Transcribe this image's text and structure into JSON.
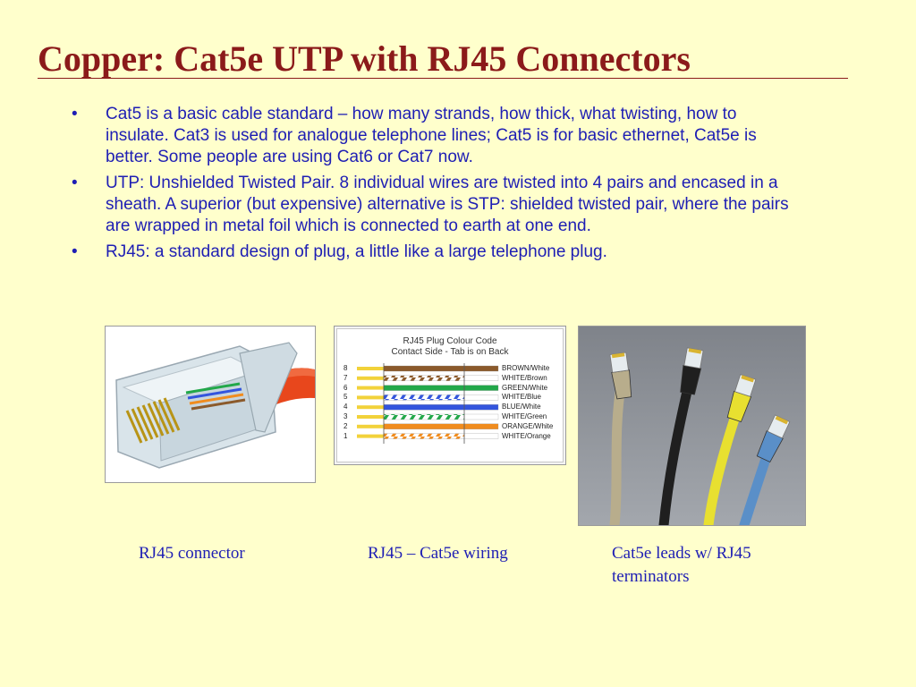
{
  "slide": {
    "title": "Copper: Cat5e UTP with RJ45 Connectors",
    "bullet_marker": "•",
    "bullets": [
      "Cat5 is a basic cable standard – how many strands, how thick, what twisting, how to insulate. Cat3 is used for analogue telephone lines; Cat5 is for basic ethernet, Cat5e is better. Some people are using Cat6 or Cat7 now.",
      "UTP: Unshielded Twisted Pair. 8 individual wires are twisted into 4 pairs and encased in a sheath. A superior (but expensive) alternative is STP: shielded twisted pair, where the pairs are wrapped in metal foil which is connected to earth at one end.",
      "RJ45: a standard design of plug, a little like a large telephone plug."
    ],
    "captions": {
      "connector": "RJ45 connector",
      "wiring": "RJ45 – Cat5e wiring",
      "leads": "Cat5e leads w/ RJ45 terminators"
    },
    "colors": {
      "title": "#8b1a1a",
      "body_text": "#1e1eb4",
      "background": "#ffffcc"
    }
  },
  "wiring_chart": {
    "title_line1": "RJ45 Plug Colour Code",
    "title_line2": "Contact Side - Tab is on Back",
    "rows": [
      {
        "pin": "8",
        "label": "BROWN/White",
        "color": "#8b5a2b",
        "striped": false
      },
      {
        "pin": "7",
        "label": "WHITE/Brown",
        "color": "#8b5a2b",
        "striped": true
      },
      {
        "pin": "6",
        "label": "GREEN/White",
        "color": "#22a84a",
        "striped": false
      },
      {
        "pin": "5",
        "label": "WHITE/Blue",
        "color": "#3355dd",
        "striped": true
      },
      {
        "pin": "4",
        "label": "BLUE/White",
        "color": "#3355dd",
        "striped": false
      },
      {
        "pin": "3",
        "label": "WHITE/Green",
        "color": "#22a84a",
        "striped": true
      },
      {
        "pin": "2",
        "label": "ORANGE/White",
        "color": "#f08c1e",
        "striped": false
      },
      {
        "pin": "1",
        "label": "WHITE/Orange",
        "color": "#f08c1e",
        "striped": true
      }
    ],
    "contact_color": "#f2d23a"
  },
  "leads_photo": {
    "cable_colors": [
      "#b8ad8c",
      "#1f1f1f",
      "#e8e030",
      "#5a8fc8"
    ]
  }
}
